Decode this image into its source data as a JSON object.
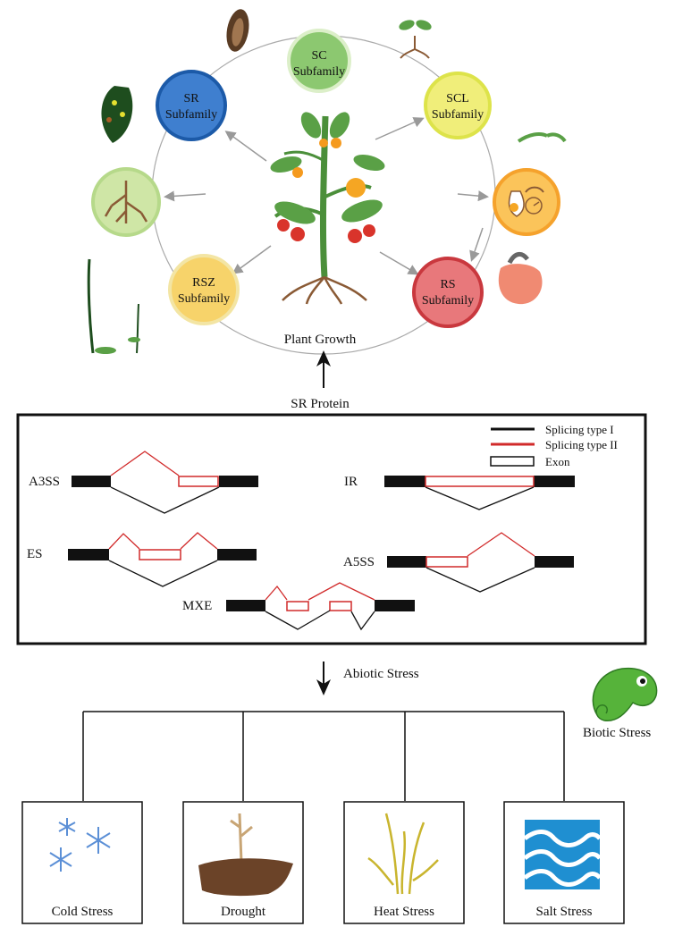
{
  "top": {
    "center_label": "Plant Growth",
    "bottom_label": "SR Protein",
    "circles": [
      {
        "id": "sc",
        "line1": "SC",
        "line2": "Subfamily",
        "fill": "#8cc870",
        "ring": "#dcefc9"
      },
      {
        "id": "scl",
        "line1": "SCL",
        "line2": "Subfamily",
        "fill": "#f0ee7a",
        "ring": "#dde34a"
      },
      {
        "id": "sr",
        "line1": "SR",
        "line2": "Subfamily",
        "fill": "#3f7fcf",
        "ring": "#1c5aa8"
      },
      {
        "id": "rs",
        "line1": "RS",
        "line2": "Subfamily",
        "fill": "#e8787b",
        "ring": "#c9383e"
      },
      {
        "id": "rsz",
        "line1": "RSZ",
        "line2": "Subfamily",
        "fill": "#f7d36a",
        "ring": "#f3e5a4"
      }
    ]
  },
  "splicing": {
    "legend": [
      {
        "label": "Splicing type I",
        "kind": "black-line"
      },
      {
        "label": "Splicing type II",
        "kind": "red-line"
      },
      {
        "label": "Exon",
        "kind": "box"
      }
    ],
    "events": [
      "A3SS",
      "IR",
      "ES",
      "A5SS",
      "MXE"
    ],
    "colors": {
      "type1": "#111111",
      "type2": "#d12a2a"
    }
  },
  "bottom": {
    "arrow_label": "Abiotic Stress",
    "biotic_label": "Biotic Stress",
    "stresses": [
      {
        "label": "Cold Stress"
      },
      {
        "label": "Drought"
      },
      {
        "label": "Heat Stress"
      },
      {
        "label": "Salt Stress"
      }
    ]
  }
}
